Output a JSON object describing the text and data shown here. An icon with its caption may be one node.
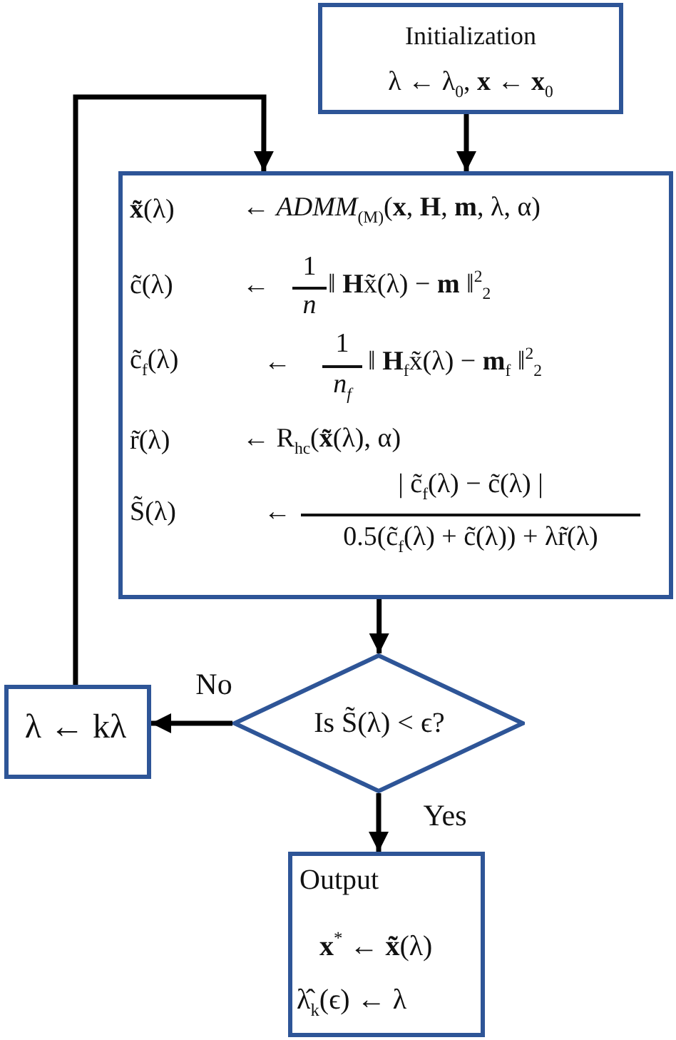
{
  "diagram": {
    "nodes": [
      {
        "text": [
          "Initialization",
          "λ ← λ$_{0}$, **x** ← **x**$_{0}$"
        ]
      },
      {
        "text": [
          "**x̃**(λ)",
          "← *ADMM*$_{(M)}$(**x**, **H**, **m**, λ, α)",
          "c̃(λ)",
          "←",
          "1",
          "n",
          "‖ **H**x̃(λ) − **m** ‖$^{2}$$_{2}$",
          "c̃$_{f}$(λ)",
          "←",
          "1",
          "n$_{f}$",
          "‖ **H**$_{f}$x̃(λ) − **m**$_{f}$ ‖$^{2}$$_{2}$",
          "r̃(λ)",
          "← R$_{hc}$(**x̃**(λ), α)",
          "S̃(λ)",
          "←",
          "| c̃$_{f}$(λ) − c̃(λ) |",
          "0.5(c̃$_{f}$(λ) + c̃(λ)) + λr̃(λ)"
        ]
      },
      {
        "text": [
          "Is S̃(λ) < ϵ?"
        ]
      },
      {
        "text": [
          "λ ← kλ"
        ]
      },
      {
        "text": [
          "Output",
          "**x**$^{*}$ ← **x̃**(λ)",
          "λ̂$_{k}$(ϵ) ← λ"
        ]
      }
    ],
    "edges": [
      {
        "from": 0,
        "to": 1,
        "arrow": "to"
      },
      {
        "from": 1,
        "to": 2,
        "arrow": "to"
      },
      {
        "from": 2,
        "to": 3,
        "arrow": "to",
        "label": "No"
      },
      {
        "from": 3,
        "to": 1,
        "arrow": "to"
      },
      {
        "from": 2,
        "to": 4,
        "arrow": "to",
        "label": "Yes"
      }
    ]
  }
}
